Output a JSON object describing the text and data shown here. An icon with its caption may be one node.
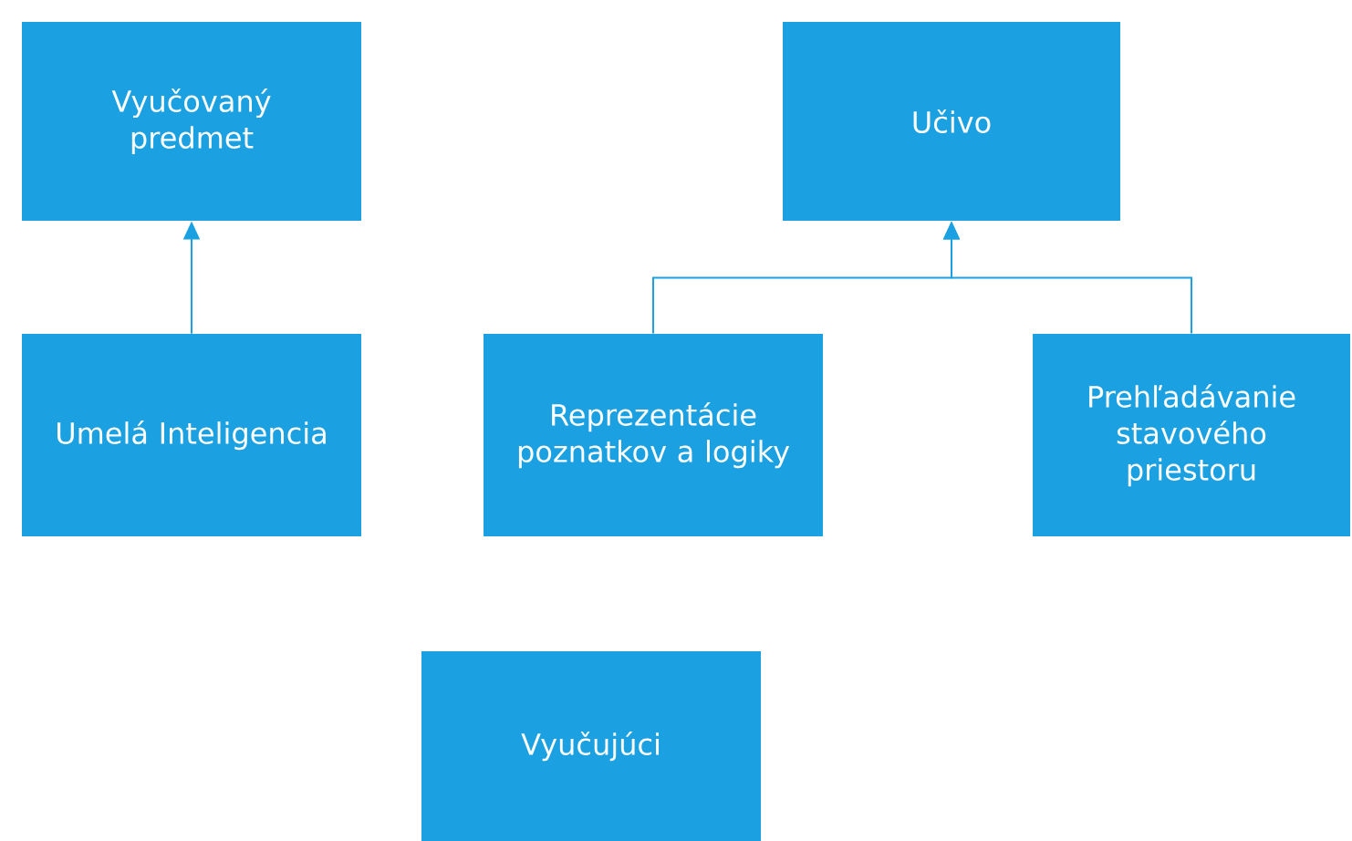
{
  "diagram": {
    "nodes": [
      {
        "text": [
          "Vyučovaný predmet"
        ]
      },
      {
        "text": [
          "Učivo"
        ]
      },
      {
        "text": [
          "Umelá Inteligencia"
        ]
      },
      {
        "text": [
          "Reprezentácie poznatkov a logiky"
        ]
      },
      {
        "text": [
          "Prehľadávanie stavového priestoru"
        ]
      },
      {
        "text": [
          "Vyučujúci"
        ]
      }
    ],
    "edges": [
      {
        "from": 2,
        "to": 0,
        "arrow": "to"
      },
      {
        "from": 3,
        "to": 1,
        "arrow": "to"
      },
      {
        "from": 4,
        "to": 1,
        "arrow": "to"
      }
    ]
  }
}
